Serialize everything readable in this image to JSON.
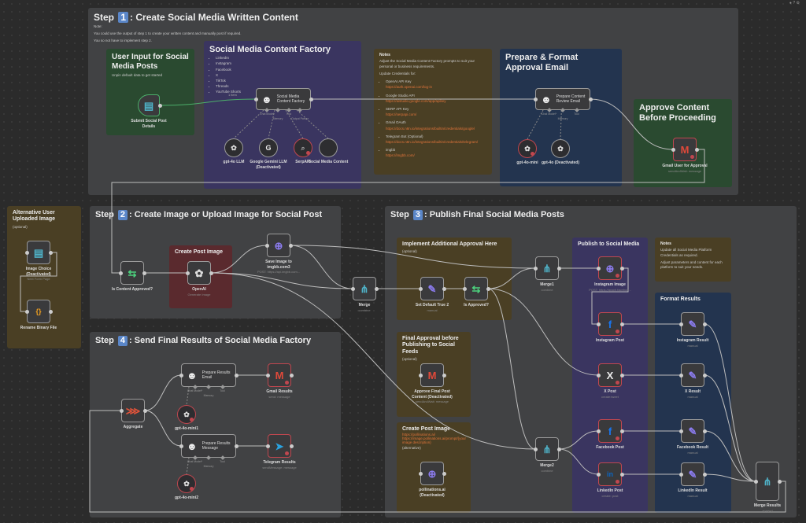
{
  "toolbar": {
    "icons": [
      "notification-icon",
      "help-icon",
      "settings-icon"
    ]
  },
  "groups": {
    "step1": {
      "prefix": "Step",
      "badge": "1",
      "title": ": Create Social Media Written Content",
      "body": [
        "Note:",
        "You could use the output of step 1 to create your written content and manually post if required.",
        "You so not have to implement step 2."
      ]
    },
    "user_input": {
      "title": "User Input for Social Media Posts",
      "body": [
        "Unpin default data to get started"
      ]
    },
    "factory": {
      "title": "Social Media Content Factory",
      "list": [
        "LinkedIn",
        "Instagram",
        "Facebook",
        "X",
        "TikTok",
        "Threads",
        "YouTube Shorts"
      ]
    },
    "notes1": {
      "title": "Notes",
      "body": [
        "Adjust the Social Media Content Factory prompts to suit your personal or business requirements.",
        "Update Credentials for:"
      ],
      "creds": [
        {
          "label": "OpenAI API Key",
          "link": "https://auth.openai.com/log-in"
        },
        {
          "label": "Google Studio API",
          "link": "https://aistudio.google.com/app/apikey"
        },
        {
          "label": "SERP API Key",
          "link": "https://serpapi.com/"
        },
        {
          "label": "Gmail OAuth",
          "link": "https://docs.n8n.io/integrations/builtin/credentials/google/"
        },
        {
          "label": "Telegram Bot (Optional)",
          "link": "https://docs.n8n.io/integrations/builtin/credentials/telegram/"
        },
        {
          "label": "imgbb",
          "link": "https://imgbb.com/"
        }
      ]
    },
    "prepare": {
      "title": "Prepare & Format Approval Email"
    },
    "approve": {
      "title": "Approve Content Before Proceeding"
    },
    "alt": {
      "title": "Alternative User Uploaded Image",
      "body": [
        "(optional)"
      ]
    },
    "step2": {
      "prefix": "Step",
      "badge": "2",
      "title": ": Create Image or Upload Image for Social Post"
    },
    "create_img": {
      "title": "Create Post Image"
    },
    "step3": {
      "prefix": "Step",
      "badge": "3",
      "title": ": Publish Final Social Media Posts"
    },
    "impl": {
      "title": "Implement Additional Approval Here",
      "body": [
        "(optional)"
      ]
    },
    "publish": {
      "title": "Publish to Social Media"
    },
    "notes2": {
      "title": "Notes",
      "body": [
        "Update all Social Media Platform Credentials as required.",
        "Adjust parameters and content for each platform to suit your needs."
      ]
    },
    "format": {
      "title": "Format Results"
    },
    "final": {
      "title": "Final Approval before Publishing to Social Feeds",
      "body": [
        "(optional)"
      ]
    },
    "create_img2": {
      "title": "Create Post Image",
      "links": [
        "https://pollinations.ai/",
        "https://image.pollinations.ai/prompt/{your image description}"
      ],
      "body": [
        "(alternative)"
      ]
    },
    "step4": {
      "prefix": "Step",
      "badge": "4",
      "title": ": Send Final Results of Social Media Factory"
    }
  },
  "nodes": {
    "submit": {
      "label": "Submit Social Post Details",
      "icon": "form-icon"
    },
    "factory": {
      "label": "Social Media Content Factory",
      "icon": "robot-icon",
      "ports": [
        "Chat Model",
        "Memory",
        "Tool",
        "Output Parser"
      ]
    },
    "gpt4o_llm": {
      "label": "gpt-4o LLM",
      "icon": "openai-icon"
    },
    "gemini": {
      "label": "Google Gemini LLM (Deactivated)",
      "icon": "google-icon"
    },
    "serpapi": {
      "label": "SerpAPI",
      "icon": "serpapi-icon"
    },
    "smc": {
      "label": "Social Media Content",
      "icon": "code-icon"
    },
    "review": {
      "label": "Prepare Content Review Email",
      "icon": "robot-icon",
      "ports": [
        "Chat Model*",
        "Memory",
        "Tool"
      ]
    },
    "gpt4omini": {
      "label": "gpt-4o-mini",
      "icon": "openai-icon"
    },
    "gpt4o": {
      "label": "gpt-4o (Deactivated)",
      "icon": "openai-icon"
    },
    "gmail_approval": {
      "label": "Gmail User for Approval",
      "sub": "sendAndWait: message",
      "icon": "gmail-icon"
    },
    "image_choice": {
      "label": "Image Choice (Deactivated)",
      "sub": "Next Form Page",
      "icon": "form-icon"
    },
    "rename": {
      "label": "Rename Binary File",
      "icon": "code-braces-icon"
    },
    "is_content_approved": {
      "label": "Is Content Approved?",
      "icon": "if-icon",
      "ports_out": [
        "true",
        "false"
      ]
    },
    "openai": {
      "label": "OpenAI",
      "sub": "Generate Image",
      "icon": "openai-icon"
    },
    "imgbb": {
      "label": "Save Image to imgbb.com3",
      "sub": "POST: https://api.imgbb.com...",
      "icon": "globe-icon"
    },
    "merge": {
      "label": "Merge",
      "sub": "combine",
      "icon": "merge-icon"
    },
    "set_default": {
      "label": "Set Default True 2",
      "sub": "manual",
      "icon": "pencil-icon"
    },
    "is_approved": {
      "label": "Is Approved?",
      "icon": "if-icon"
    },
    "merge1": {
      "label": "Merge1",
      "sub": "combine",
      "icon": "merge-icon"
    },
    "ig_image": {
      "label": "Instagram Image",
      "sub": "POST: https://graph.faceboo...",
      "icon": "globe-icon"
    },
    "ig_post": {
      "label": "Instagram Post",
      "icon": "facebook-icon"
    },
    "ig_result": {
      "label": "Instagram Result",
      "sub": "manual",
      "icon": "pencil-icon"
    },
    "x_post": {
      "label": "X Post",
      "sub": "create:tweet",
      "icon": "x-icon"
    },
    "x_result": {
      "label": "X Result",
      "sub": "manual",
      "icon": "pencil-icon"
    },
    "fb_post": {
      "label": "Facebook Post",
      "icon": "facebook-icon"
    },
    "fb_result": {
      "label": "Facebook Result",
      "sub": "manual",
      "icon": "pencil-icon"
    },
    "li_post": {
      "label": "LinkedIn Post",
      "sub": "create: post",
      "icon": "linkedin-icon"
    },
    "li_result": {
      "label": "LinkedIn Result",
      "sub": "manual",
      "icon": "pencil-icon"
    },
    "merge2": {
      "label": "Merge2",
      "sub": "combine",
      "icon": "merge-icon"
    },
    "merge_results": {
      "label": "Merge Results",
      "sub": "append",
      "icon": "merge-icon"
    },
    "approve_final": {
      "label": "Approve Final Post Content (Deactivated)",
      "sub": "sendAndWait: message",
      "icon": "gmail-icon"
    },
    "pollinations": {
      "label": "pollinations.ai (Deactivated)",
      "icon": "globe-icon"
    },
    "aggregate": {
      "label": "Aggregate",
      "icon": "aggregate-icon"
    },
    "results_email": {
      "label": "Prepare Results Email",
      "icon": "robot-icon",
      "ports": [
        "Chat Model*",
        "Memory",
        "Tool"
      ]
    },
    "gmail_results": {
      "label": "Gmail Results",
      "sub": "send: message",
      "icon": "gmail-icon"
    },
    "mini1": {
      "label": "gpt-4o-mini1",
      "icon": "openai-icon"
    },
    "results_msg": {
      "label": "Prepare Results Message",
      "icon": "robot-icon",
      "ports": [
        "Chat Model*",
        "Memory",
        "Tool"
      ]
    },
    "telegram": {
      "label": "Telegram Results",
      "sub": "sendMessage: message",
      "icon": "telegram-icon"
    },
    "mini2": {
      "label": "gpt-4o-mini2",
      "icon": "openai-icon"
    }
  },
  "edge_labels": {
    "items": "1 item"
  },
  "colors": {
    "canvas": "#2b2b2b",
    "step_group": "#414244",
    "green_note": "#2a4a30",
    "purple_note": "#3a3560",
    "yellow_note": "#4a3f24",
    "blue_note": "#23344f",
    "red_note": "#5a2a2e",
    "error": "#c0474f",
    "link": "#e0743a"
  }
}
